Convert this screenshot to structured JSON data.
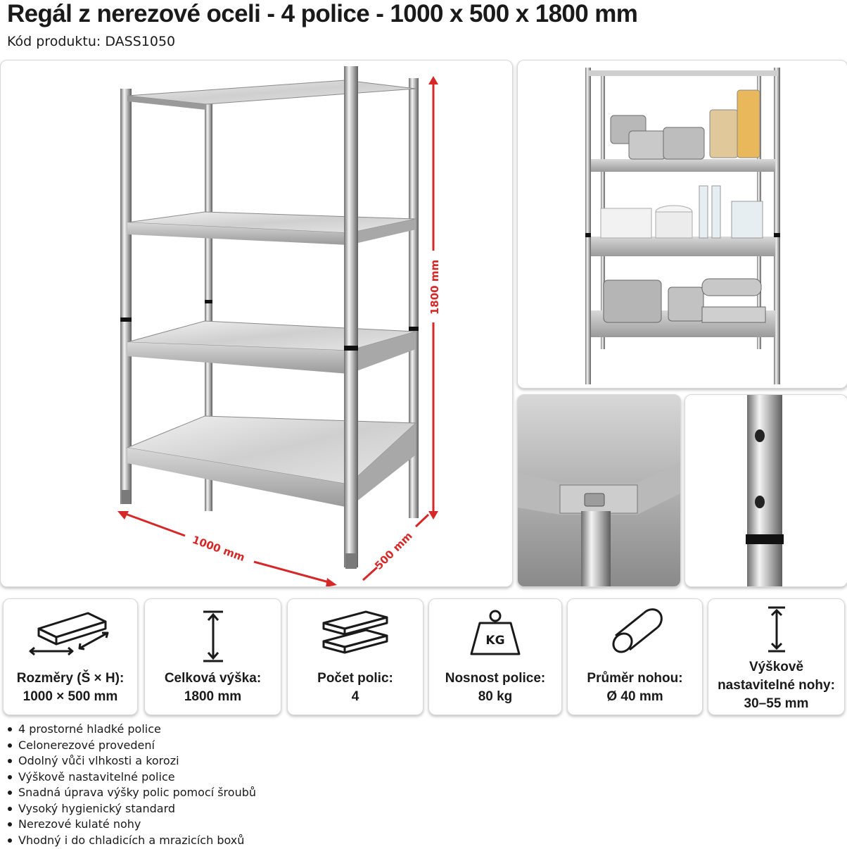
{
  "header": {
    "title": "Regál z nerezové oceli - 4 police - 1000 x 500 x 1800 mm",
    "product_code": "Kód produktu: DASS1050"
  },
  "main_image": {
    "width_label": "1000 mm",
    "depth_label": "500 mm",
    "height_label": "1800 mm",
    "accent_color": "#d62828"
  },
  "specs": [
    {
      "icon": "board-dimensions-icon",
      "label": "Rozměry (Š × H):",
      "value": "1000 × 500 mm"
    },
    {
      "icon": "height-arrow-icon",
      "label": "Celková výška:",
      "value": "1800 mm"
    },
    {
      "icon": "shelves-stack-icon",
      "label": "Počet polic:",
      "value": "4"
    },
    {
      "icon": "kg-weight-icon",
      "label": "Nosnost police:",
      "value": "80 kg"
    },
    {
      "icon": "cylinder-leg-icon",
      "label": "Průměr nohou:",
      "value": "Ø 40 mm"
    },
    {
      "icon": "adjust-height-icon",
      "label": "Výškově nastavitelné nohy:",
      "value": "30–55 mm"
    }
  ],
  "features": [
    "4 prostorné hladké police",
    "Celonerezové provedení",
    "Odolný vůči vlhkosti a korozi",
    "Výškově nastavitelné police",
    "Snadná úprava výšky polic pomocí šroubů",
    "Vysoký hygienický standard",
    "Nerezové kulaté nohy",
    "Vhodný i do chladicích a mrazicích boxů"
  ]
}
